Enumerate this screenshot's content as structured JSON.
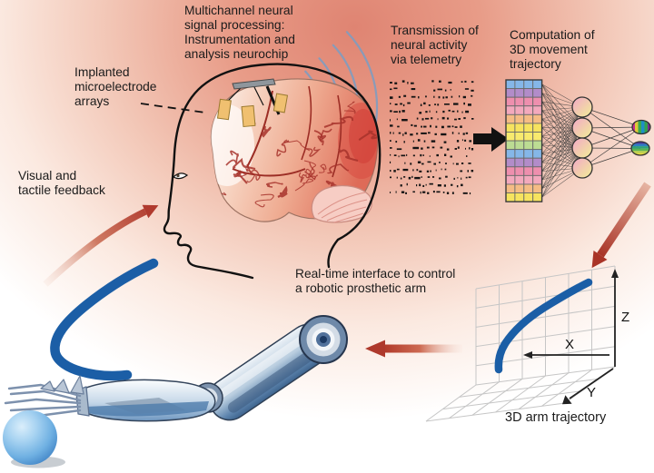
{
  "labels": {
    "implanted_arrays": "Implanted\nmicroelectrode\narrays",
    "multichannel": "Multichannel neural\nsignal processing:\nInstrumentation and\nanalysis neurochip",
    "transmission": "Transmission of\nneural activity\nvia telemetry",
    "computation": "Computation of\n3D movement\ntrajectory",
    "feedback": "Visual and\ntactile feedback",
    "realtime": "Real-time interface to control\na robotic prosthetic arm",
    "plot_caption": "3D arm trajectory",
    "axis_x": "X",
    "axis_y": "Y",
    "axis_z": "Z"
  },
  "colors": {
    "accent_red": "#b23b2b",
    "arrow_red_dark": "#a93427",
    "trajectory_blue": "#1b5ea6",
    "telemetry_wave_blue": "#7e9cc0",
    "electrode_orange": "#f0c070",
    "grid_gray": "#c6c6c6",
    "raster_black": "#141414",
    "sulci_red": "#a7322b"
  },
  "network": {
    "input_rows": 14,
    "input_cols": 4,
    "row_colors": [
      "#85b7e8",
      "#b28cc9",
      "#ee8fae",
      "#f3a9bd",
      "#f5bc85",
      "#f6e35f",
      "#f8ea6e",
      "#bcdc93",
      "#85b7e8",
      "#b28cc9",
      "#ee8fae",
      "#f3a9bd",
      "#f5bc85",
      "#f6e35f"
    ],
    "hidden_count": 4,
    "output_count": 2,
    "output_vertical_stripes": [
      "#c62f93",
      "#e0c838",
      "#3aa84f",
      "#1f8fc4",
      "#35a14f",
      "#7b2d93"
    ],
    "output_horizontal_stripes": [
      "#4a3a9e",
      "#2e7fc2",
      "#2fa179",
      "#59b357",
      "#b8cf4e",
      "#e8d83a"
    ]
  },
  "plot3d": {
    "wall_cols": 6,
    "wall_rows": 5,
    "floor_cols": 6,
    "floor_rows": 3
  }
}
